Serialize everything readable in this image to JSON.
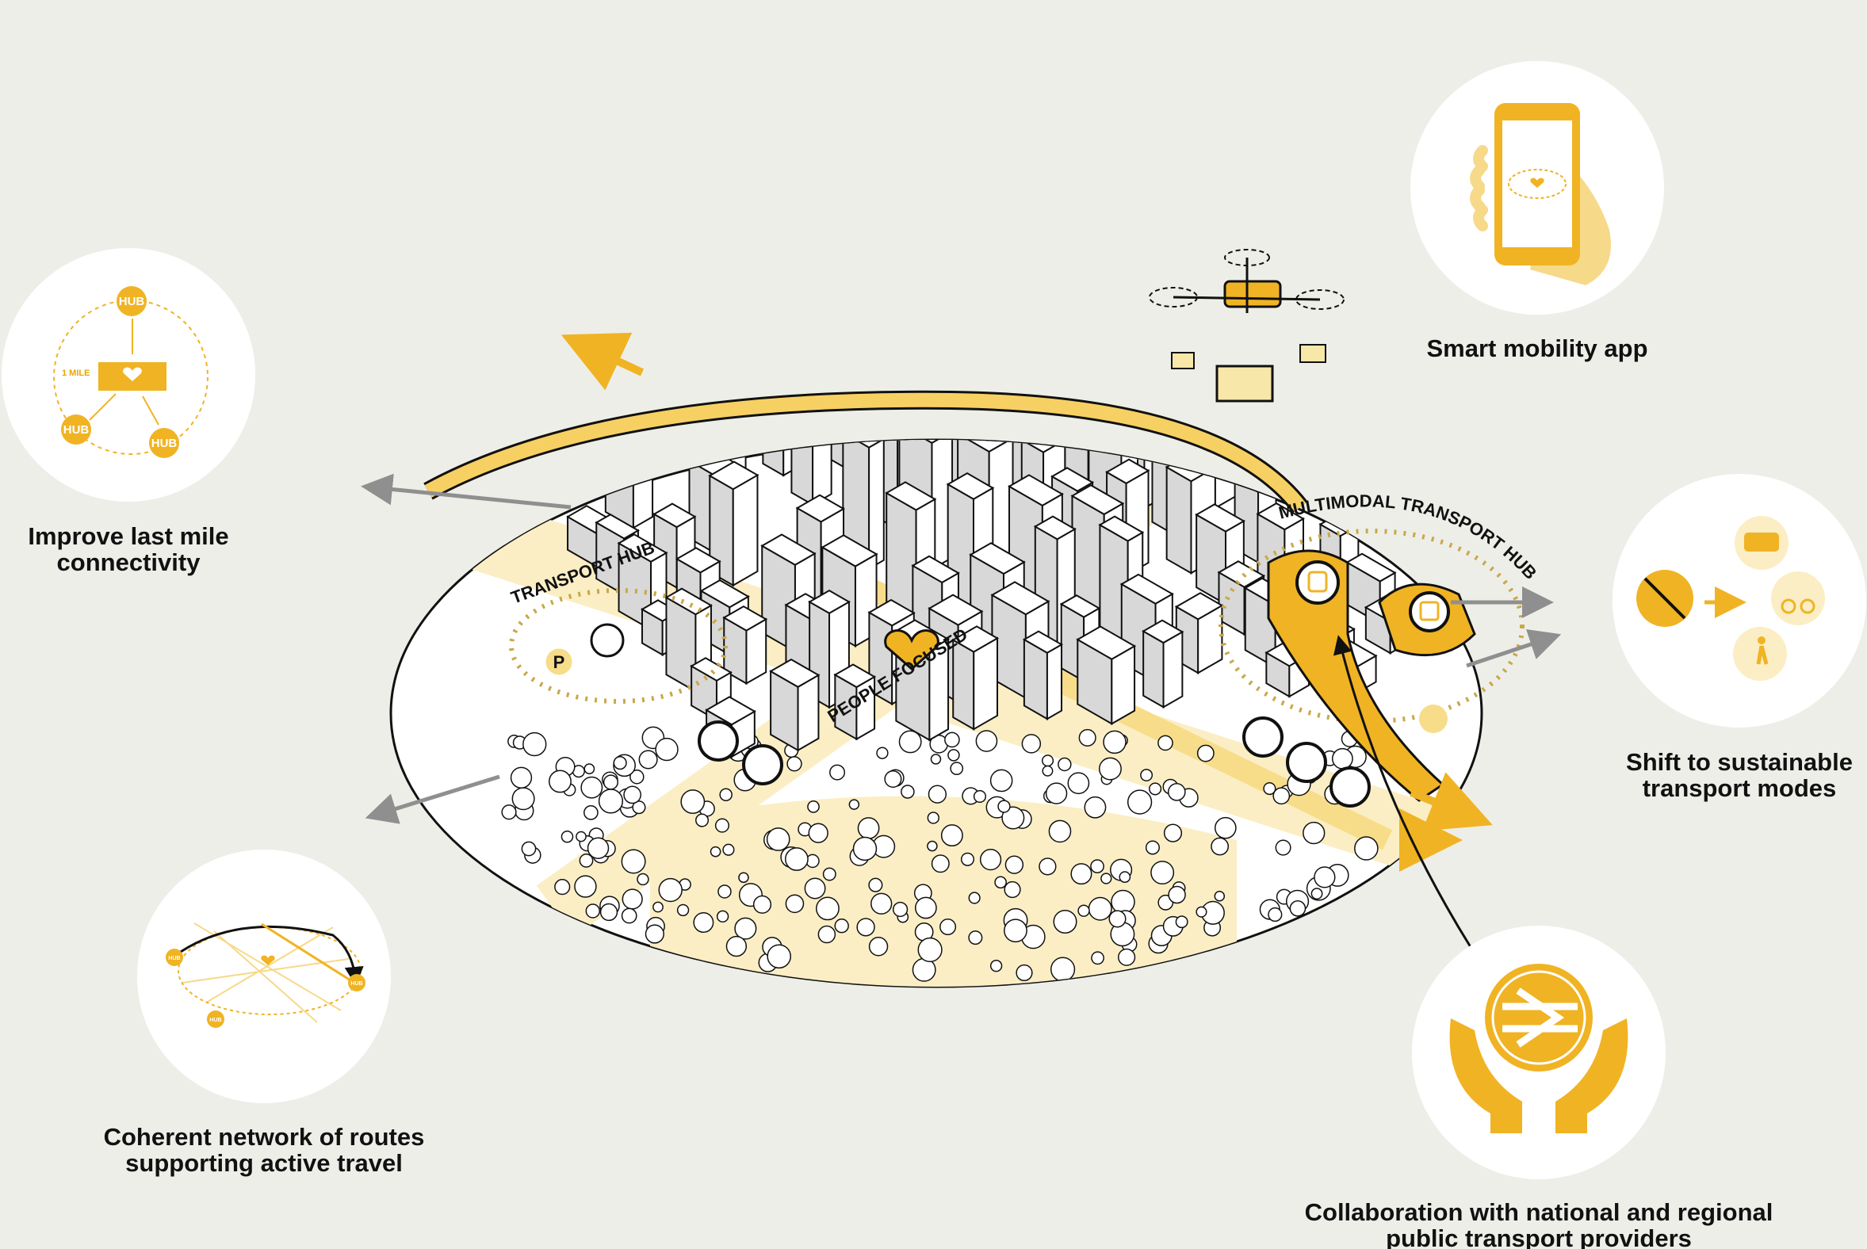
{
  "colors": {
    "background": "#eeeee9",
    "accent": "#f0b323",
    "accent_light": "#f7dc8a",
    "accent_pale": "#fbeec4",
    "ink": "#111111",
    "arrow_gray": "#8f8f8f"
  },
  "features": [
    {
      "id": "last-mile",
      "lines": [
        "Improve last mile",
        "connectivity"
      ],
      "icon": "hub-network-icon",
      "hub_label": "HUB",
      "distance_label": "1 MILE"
    },
    {
      "id": "smart-app",
      "lines": [
        "Smart mobility app"
      ],
      "icon": "smartphone-in-hand-icon"
    },
    {
      "id": "sustainable",
      "lines": [
        "Shift to sustainable",
        "transport modes"
      ],
      "icon": "transport-modes-icon"
    },
    {
      "id": "active-travel",
      "lines": [
        "Coherent network of routes",
        "supporting active travel"
      ],
      "icon": "route-network-icon",
      "hub_label": "HUB"
    },
    {
      "id": "collaboration",
      "lines": [
        "Collaboration with national and regional",
        "public transport providers"
      ],
      "icon": "hands-rail-logo-icon"
    }
  ],
  "map": {
    "labels": {
      "transport_hub": "TRANSPORT HUB",
      "people_focused": "PEOPLE FOCUSED",
      "multimodal_hub": "MULTIMODAL TRANSPORT HUB",
      "parking": "P"
    }
  }
}
